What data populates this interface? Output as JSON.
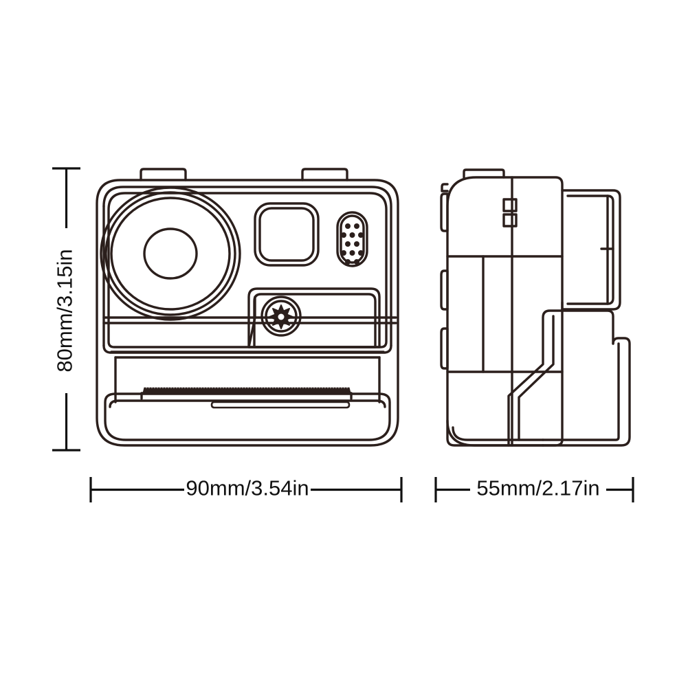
{
  "page": {
    "title": "Instant Camera Dimension Drawing",
    "background_color": "#ffffff",
    "line_color": "#2b1f1c",
    "text_color": "#111111"
  },
  "dimensions": {
    "height": {
      "label": "80mm/3.15in",
      "orientation": "vertical",
      "value_mm": 80,
      "value_in": 3.15,
      "applies_to": "front-view"
    },
    "front_width": {
      "label": "90mm/3.54in",
      "orientation": "horizontal",
      "value_mm": 90,
      "value_in": 3.54,
      "applies_to": "front-view"
    },
    "side_width": {
      "label": "55mm/2.17in",
      "orientation": "horizontal",
      "value_mm": 55,
      "value_in": 2.17,
      "applies_to": "side-view"
    }
  },
  "views": {
    "front": {
      "name": "front-view",
      "parts": [
        "body-outline",
        "top-tab-left",
        "top-tab-right",
        "lens-assembly",
        "viewfinder-window",
        "speaker-grille",
        "shutter-flower-button",
        "print-tray",
        "serrated-cutter",
        "print-slot"
      ]
    },
    "side": {
      "name": "side-view",
      "parts": [
        "body-profile",
        "top-tab",
        "side-button-upper",
        "side-button-middle",
        "side-button-lower",
        "port-slot-upper",
        "port-slot-lower",
        "rear-panel",
        "grip-step"
      ]
    }
  }
}
